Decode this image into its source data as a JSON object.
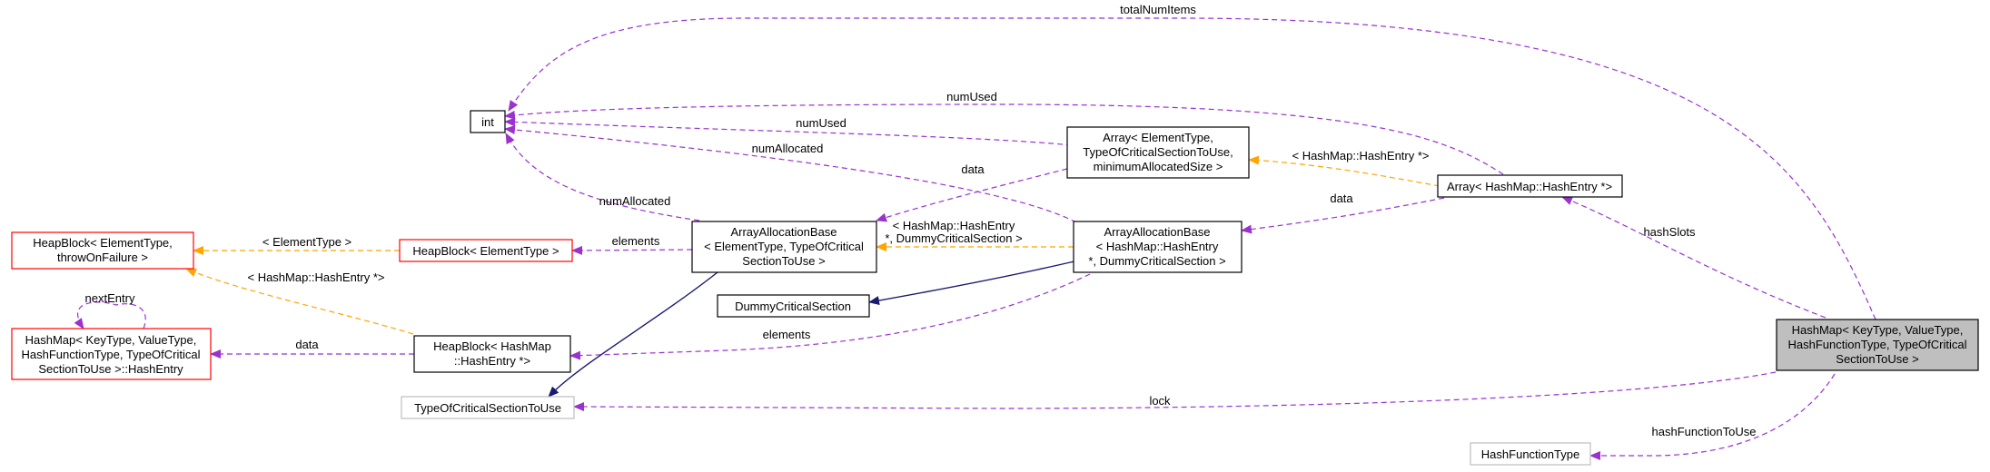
{
  "colors": {
    "member_edge": "#9a32cd",
    "template_edge": "#ffa500",
    "inherit_edge": "#191970",
    "node_border_black": "#000000",
    "node_border_red": "#ff0000",
    "node_border_grey": "#bfbfbf",
    "focus_fill": "#bfbfbf"
  },
  "nodes": {
    "int": {
      "lines": [
        "int"
      ]
    },
    "heapblock_elem_throw": {
      "lines": [
        "HeapBlock< ElementType,",
        "throwOnFailure >"
      ]
    },
    "hashentry": {
      "lines": [
        "HashMap< KeyType, ValueType,",
        "HashFunctionType, TypeOfCritical",
        "SectionToUse >::HashEntry"
      ]
    },
    "heapblock_elem": {
      "lines": [
        "HeapBlock< ElementType >"
      ]
    },
    "heapblock_hashmap": {
      "lines": [
        "HeapBlock< HashMap",
        "::HashEntry *>"
      ]
    },
    "arrayallocbase_elem": {
      "lines": [
        "ArrayAllocationBase",
        "< ElementType, TypeOfCritical",
        "SectionToUse >"
      ]
    },
    "typeofcs": {
      "lines": [
        "TypeOfCriticalSectionToUse"
      ]
    },
    "dummycs": {
      "lines": [
        "DummyCriticalSection"
      ]
    },
    "array_elem": {
      "lines": [
        "Array< ElementType,",
        "TypeOfCriticalSectionToUse,",
        "minimumAllocatedSize >"
      ]
    },
    "arrayallocbase_hash": {
      "lines": [
        "ArrayAllocationBase",
        "< HashMap::HashEntry",
        "*, DummyCriticalSection >"
      ]
    },
    "array_hash": {
      "lines": [
        "Array< HashMap::HashEntry *>"
      ]
    },
    "hashmap": {
      "lines": [
        "HashMap< KeyType, ValueType,",
        "HashFunctionType, TypeOfCritical",
        "SectionToUse >"
      ]
    },
    "hashfunctiontype": {
      "lines": [
        "HashFunctionType"
      ]
    }
  },
  "edge_labels": {
    "totalNumItems": [
      "totalNumItems"
    ],
    "numUsed_top": [
      "numUsed"
    ],
    "numUsed_mid": [
      "numUsed"
    ],
    "numAllocated_mid": [
      "numAllocated"
    ],
    "numAllocated_left": [
      "numAllocated"
    ],
    "data_array": [
      "data"
    ],
    "data_hash": [
      "data"
    ],
    "hashmap_entry_tmpl_top": [
      "< HashMap::HashEntry *>"
    ],
    "elements_top": [
      "elements"
    ],
    "element_type_tmpl": [
      "< ElementType >"
    ],
    "hashmap_entry_tmpl_mid": [
      "< HashMap::HashEntry",
      "*, DummyCriticalSection >"
    ],
    "hashmap_entry_tmpl_left": [
      "< HashMap::HashEntry *>"
    ],
    "nextEntry": [
      "nextEntry"
    ],
    "data_left": [
      "data"
    ],
    "elements_bottom": [
      "elements"
    ],
    "hashSlots": [
      "hashSlots"
    ],
    "lock": [
      "lock"
    ],
    "hashFunctionToUse": [
      "hashFunctionToUse"
    ]
  }
}
